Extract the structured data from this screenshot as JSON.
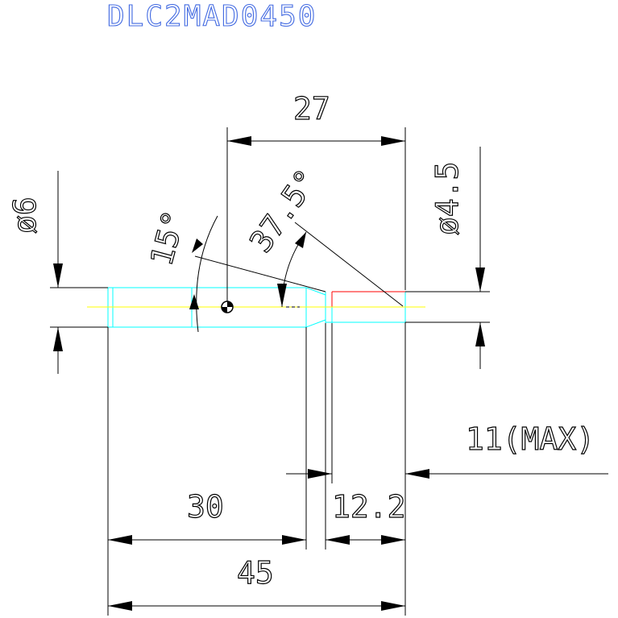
{
  "title": "DLC2MAD0450",
  "dimensions": {
    "top_width": "27",
    "left_diameter": "ø6",
    "right_diameter": "ø4.5",
    "angle_small": "15°",
    "angle_large": "37.5°",
    "max_length": "11(MAX)",
    "body_length": "30",
    "tip_length": "12.2",
    "overall_length": "45"
  },
  "colors": {
    "title": "#4169e1",
    "outline": "#00ffff",
    "tip": "#ff0000",
    "centerline": "#ffff00",
    "dimension": "#000000"
  }
}
